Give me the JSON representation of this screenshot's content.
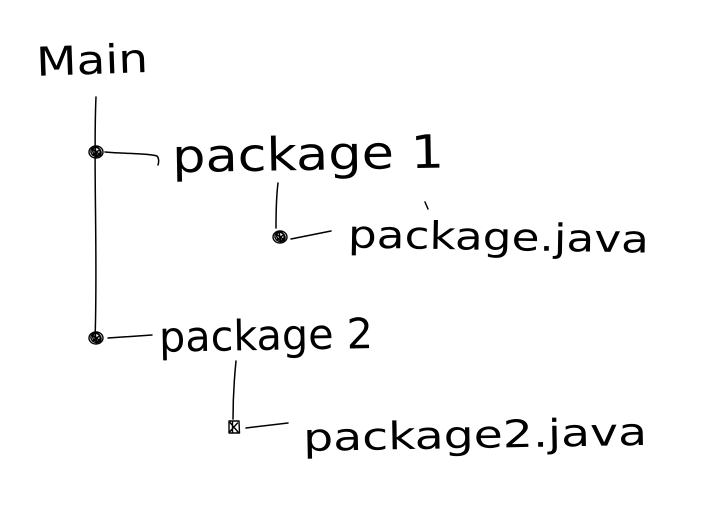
{
  "canvas": {
    "background_color": "#ffffff",
    "ink_color": "#000000",
    "style": "hand-drawn pencil sketch"
  },
  "tree": {
    "root_label": "Main",
    "children": [
      {
        "label": "package 1",
        "children": [
          {
            "label": "package.java"
          }
        ]
      },
      {
        "label": "package 2",
        "children": [
          {
            "label": "package2.java"
          }
        ]
      }
    ]
  }
}
